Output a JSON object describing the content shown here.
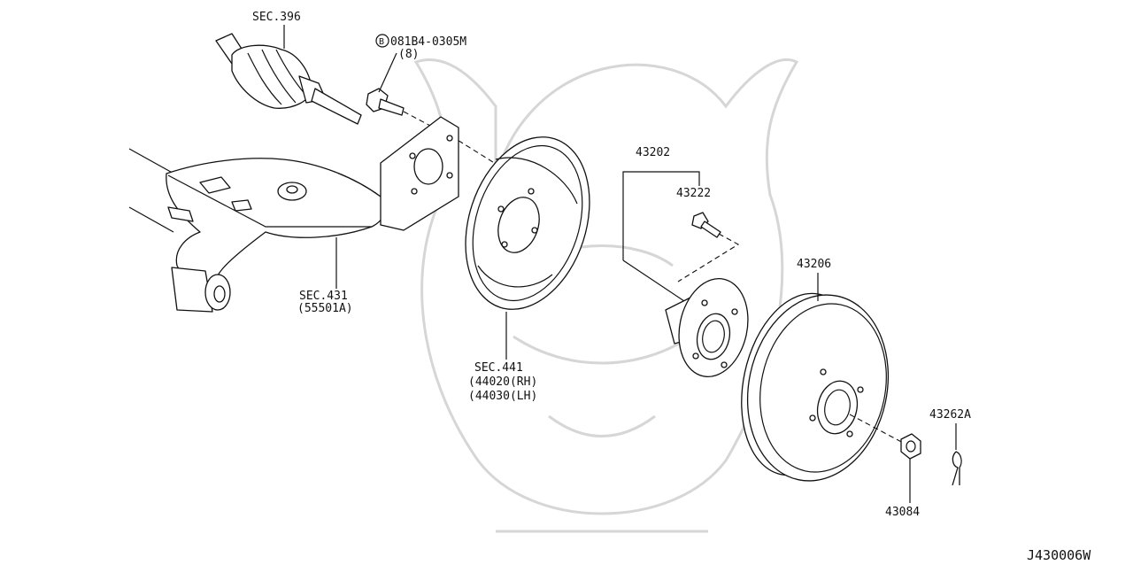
{
  "labels": {
    "sec396": "SEC.396",
    "bolt_circle": "B",
    "bolt_part": "081B4-0305M",
    "bolt_qty": "(8)",
    "sec431": "SEC.431",
    "sec431_sub": "(55501A)",
    "sec441": "SEC.441",
    "sec441_rh": "(44020(RH)",
    "sec441_lh": "(44030(LH)",
    "p43202": "43202",
    "p43222": "43222",
    "p43206": "43206",
    "p43262a": "43262A",
    "p43084": "43084",
    "diagram_code": "J430006W"
  }
}
